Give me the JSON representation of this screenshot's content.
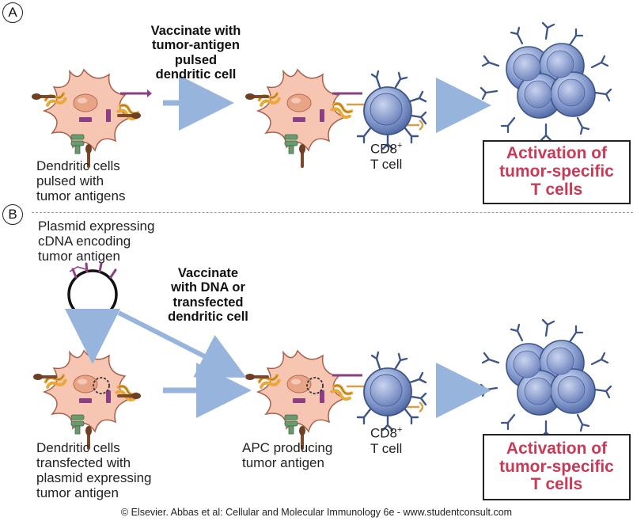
{
  "panel_a": {
    "letter": "A",
    "dc_label": [
      "Dendritic cells",
      "pulsed with",
      "tumor antigens"
    ],
    "vaccinate_label": [
      "Vaccinate with",
      "tumor-antigen",
      "pulsed",
      "dendritic cell"
    ],
    "tcell_label": {
      "main": "CD8",
      "sup": "+",
      "line2": "T cell"
    },
    "result": [
      "Activation of",
      "tumor-specific",
      "T cells"
    ]
  },
  "panel_b": {
    "letter": "B",
    "plasmid_label": [
      "Plasmid expressing",
      "cDNA encoding",
      "tumor antigen"
    ],
    "vaccinate_label": [
      "Vaccinate",
      "with DNA or",
      "transfected",
      "dendritic cell"
    ],
    "dc_label": [
      "Dendritic cells",
      "transfected  with",
      "plasmid expressing",
      "tumor antigen"
    ],
    "apc_label": [
      "APC producing",
      "tumor antigen"
    ],
    "tcell_label": {
      "main": "CD8",
      "sup": "+",
      "line2": "T cell"
    },
    "result": [
      "Activation of",
      "tumor-specific",
      "T cells"
    ]
  },
  "copyright": "© Elsevier. Abbas et al: Cellular and Molecular Immunology 6e - www.studentconsult.com",
  "colors": {
    "dc_fill": "#f6c6b2",
    "dc_stroke": "#a8604c",
    "nucleus": "#e8a487",
    "tcell": "#7f95c8",
    "tcell_dark": "#3d5588",
    "arrow": "#97b4dc",
    "result_text": "#c93a56",
    "mhc_yellow": "#e9a93a",
    "mhc_green": "#6a9a6e",
    "antigen_purple": "#8a3f83"
  }
}
